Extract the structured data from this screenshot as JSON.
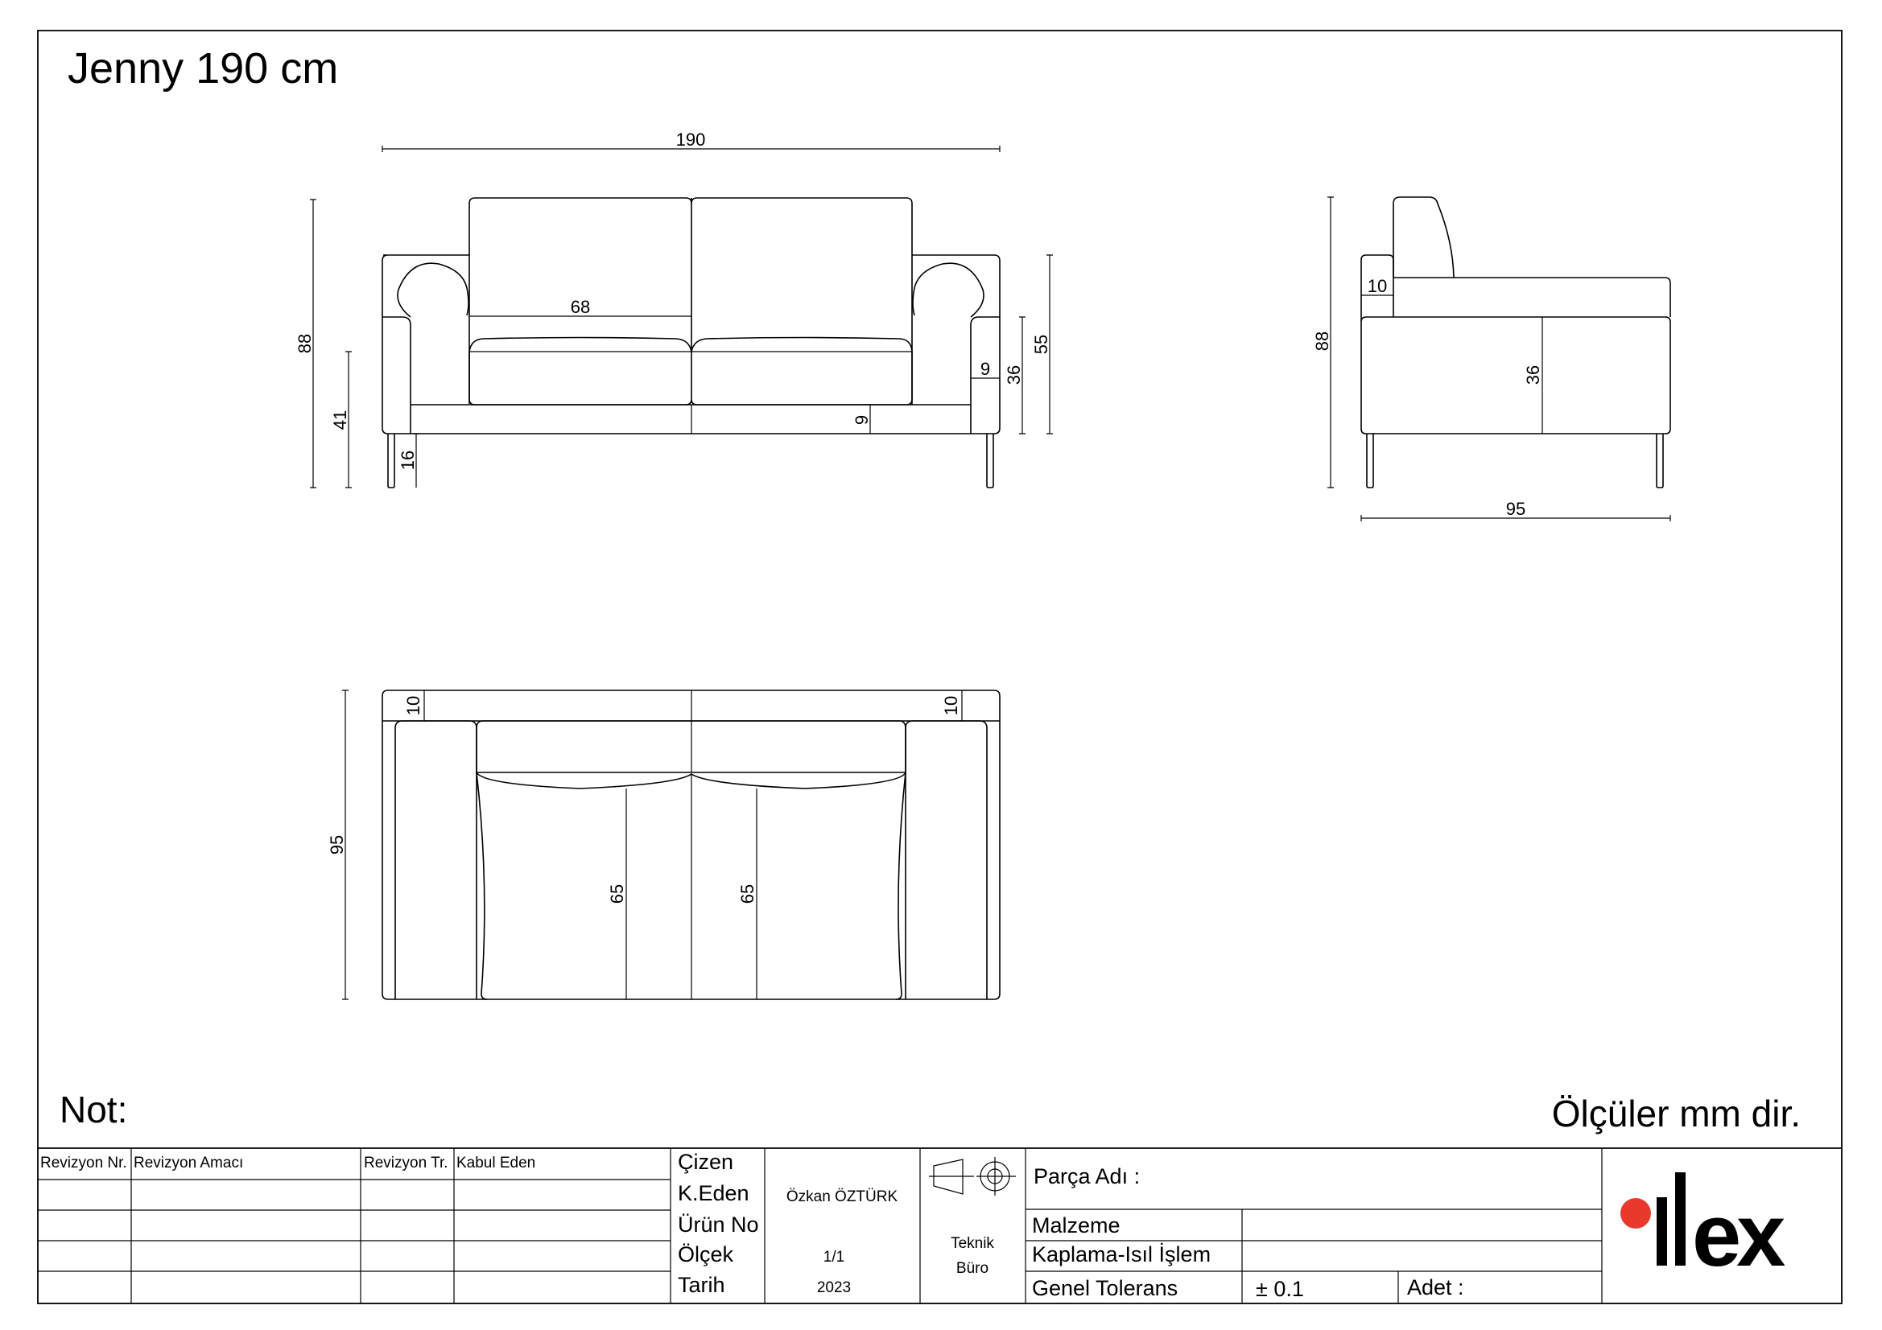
{
  "drawing": {
    "title": "Jenny 190 cm",
    "note_label": "Not:",
    "units_note": "Ölçüler mm dir."
  },
  "dimensions": {
    "front_width": "190",
    "front_height": "88",
    "front_seat_height": "41",
    "front_leg_height": "16",
    "front_cushion_width": "68",
    "front_arm_thickness": "9",
    "front_base_thickness": "9",
    "front_arm_height": "36",
    "front_arm_total": "55",
    "side_height": "88",
    "side_arm_top": "10",
    "side_seat_height": "36",
    "side_depth": "95",
    "top_depth": "95",
    "top_back_left": "10",
    "top_back_right": "10",
    "top_seat_left": "65",
    "top_seat_right": "65"
  },
  "title_block": {
    "revision_headers": [
      "Revizyon Nr.",
      "Revizyon Amacı",
      "Revizyon Tr.",
      "Kabul Eden"
    ],
    "labels": {
      "cizen": "Çizen",
      "keden": "K.Eden",
      "urun_no": "Ürün No",
      "olcek": "Ölçek",
      "tarih": "Tarih"
    },
    "values": {
      "cizen": "",
      "keden": "Özkan ÖZTÜRK",
      "urun_no": "",
      "olcek": "1/1",
      "tarih": "2023"
    },
    "dept_line1": "Teknik",
    "dept_line2": "Büro",
    "parca_adi": "Parça Adı :",
    "malzeme": "Malzeme",
    "kaplama": "Kaplama-Isıl İşlem",
    "genel_tolerans": "Genel Tolerans",
    "tolerans_value": "± 0.1",
    "adet": "Adet :",
    "logo_text": "ılex",
    "logo_dot_color": "#e8392c"
  }
}
